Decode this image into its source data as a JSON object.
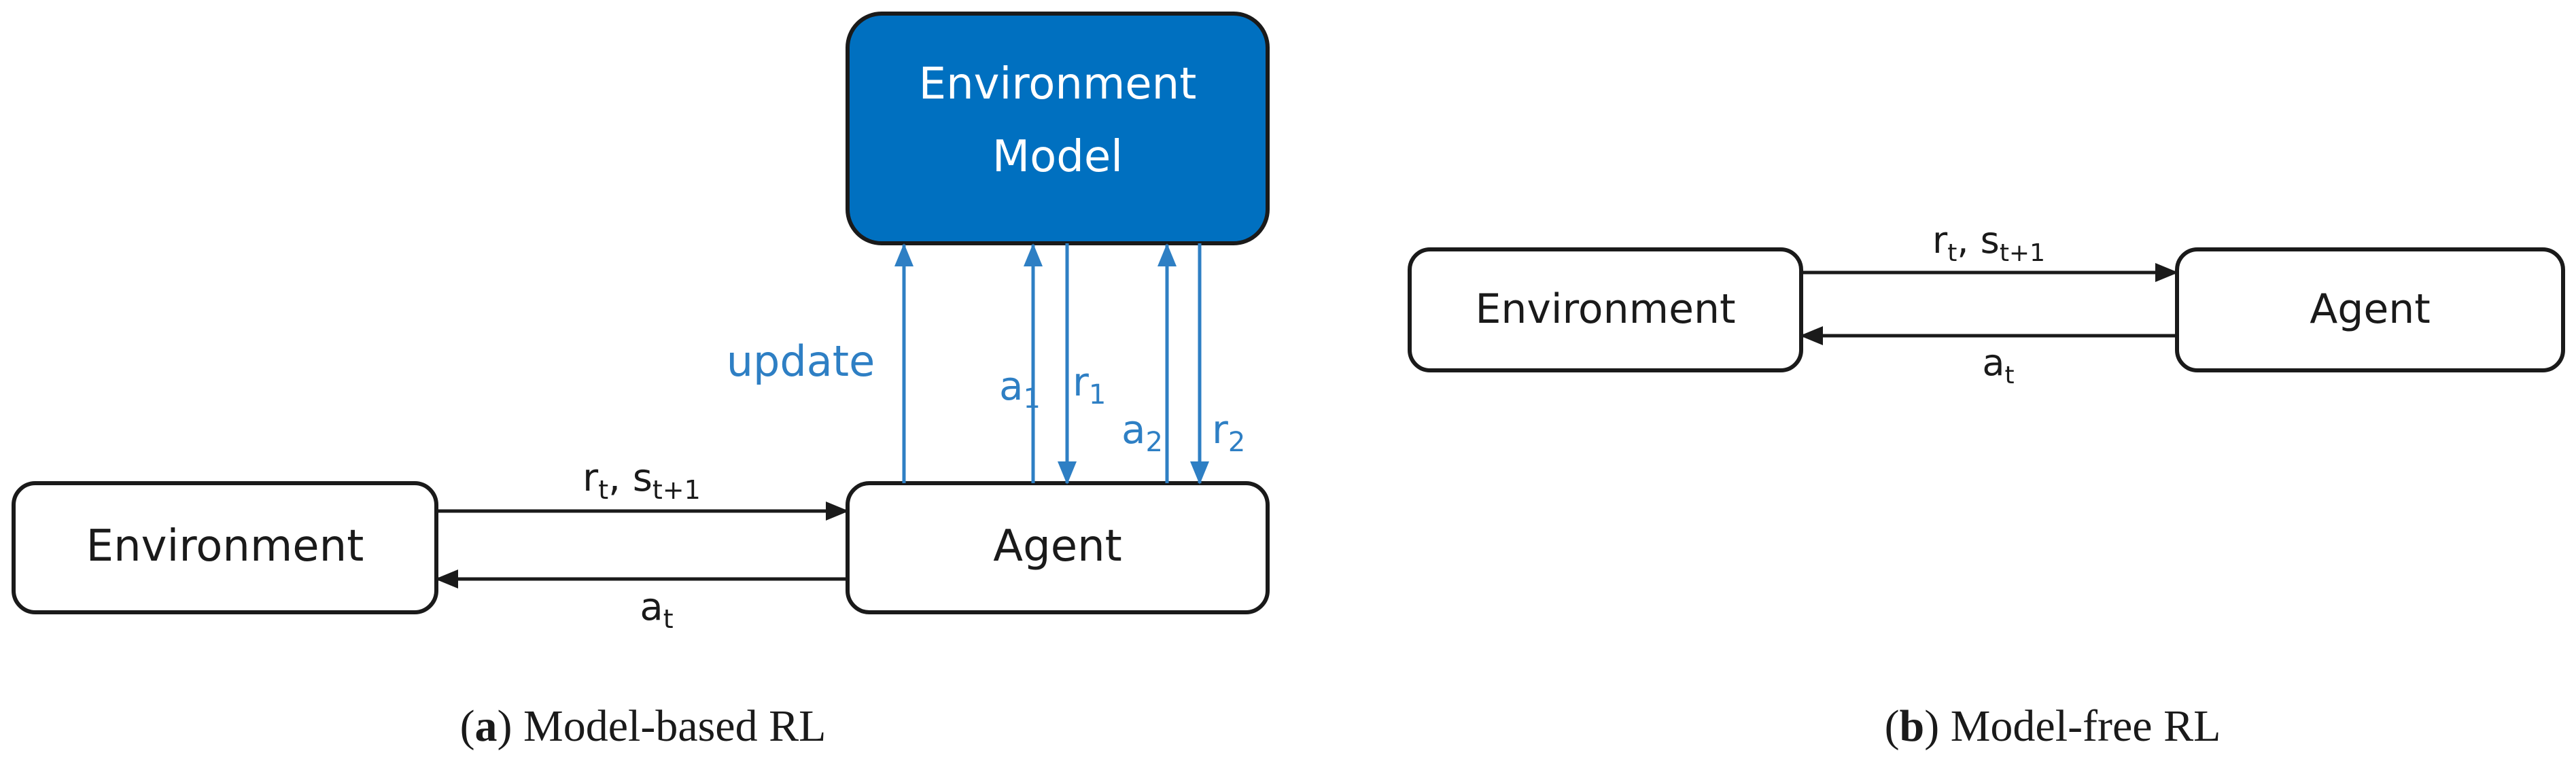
{
  "colors": {
    "accent_blue": "#0070c0",
    "arrow_blue": "#2e7fc4",
    "line_black": "#1a1a1a",
    "background": "#ffffff"
  },
  "panel_a": {
    "env_model": {
      "line1": "Environment",
      "line2": "Model"
    },
    "environment": "Environment",
    "agent": "Agent",
    "update": "update",
    "a1": {
      "base": "a",
      "sub": "1"
    },
    "r1": {
      "base": "r",
      "sub": "1"
    },
    "a2": {
      "base": "a",
      "sub": "2"
    },
    "r2": {
      "base": "r",
      "sub": "2"
    },
    "reward_state": {
      "r": "r",
      "r_sub": "t",
      "sep": ",  ",
      "s": "s",
      "s_sub": "t+1"
    },
    "action": {
      "base": "a",
      "sub": "t"
    },
    "caption": {
      "letter": "a",
      "text": " Model-based RL"
    }
  },
  "panel_b": {
    "environment": "Environment",
    "agent": "Agent",
    "reward_state": {
      "r": "r",
      "r_sub": "t",
      "sep": ",  ",
      "s": "s",
      "s_sub": "t+1"
    },
    "action": {
      "base": "a",
      "sub": "t"
    },
    "caption": {
      "letter": "b",
      "text": " Model-free RL"
    }
  }
}
